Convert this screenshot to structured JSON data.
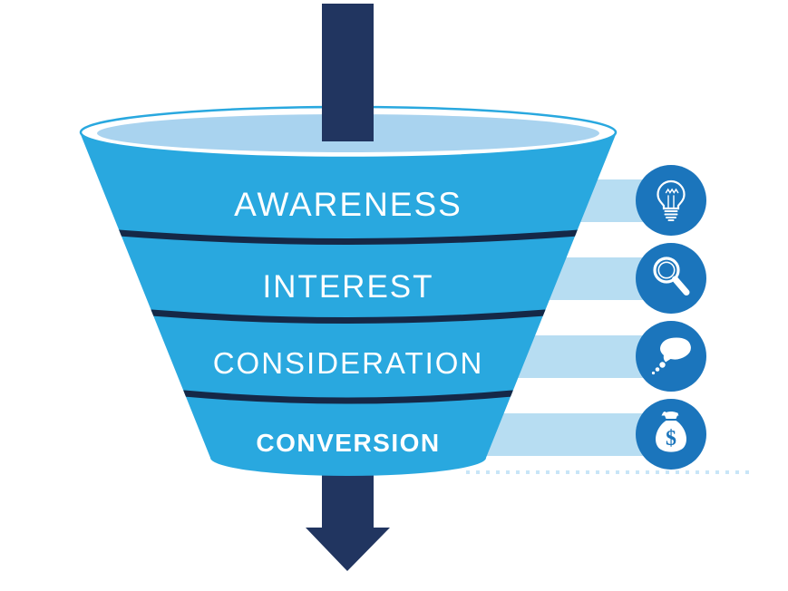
{
  "diagram": {
    "type": "marketing-funnel",
    "stages": [
      {
        "label": "AWARENESS",
        "icon": "lightbulb-icon"
      },
      {
        "label": "INTEREST",
        "icon": "magnifying-glass-icon"
      },
      {
        "label": "CONSIDERATION",
        "icon": "speech-bubble-icon"
      },
      {
        "label": "CONVERSION",
        "icon": "money-bag-icon"
      }
    ],
    "icon_glyphs": {
      "money_bag_symbol": "$"
    },
    "colors": {
      "funnel_blue": "#29A8DF",
      "funnel_inner_light_blue": "#A9D3EF",
      "rim_white": "#FFFFFF",
      "connector_bar_blue": "#B7DDF2",
      "arrow_navy": "#213560",
      "divider_navy": "#152847",
      "icon_circle_blue": "#1B75BC",
      "dotted_line_blue": "#C8E5F7",
      "label_text": "#FFFFFF",
      "background": "#FFFFFF"
    }
  }
}
